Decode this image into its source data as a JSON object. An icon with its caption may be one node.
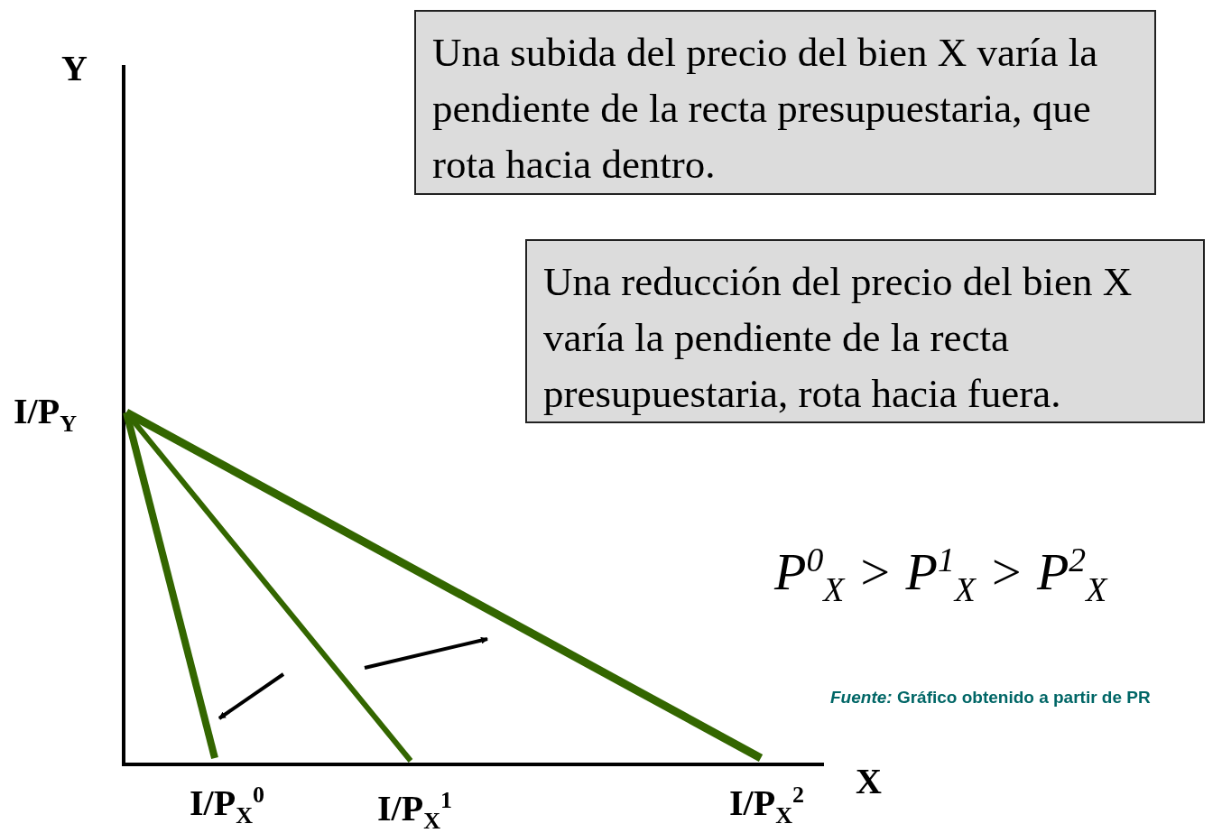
{
  "diagram": {
    "nodes": [
      {
        "text": [
          "Una subida del precio del bien X varía la pendiente de la recta presupuestaria, que rota hacia dentro."
        ]
      },
      {
        "text": [
          "Una reducción del precio del bien X varía la pendiente de la recta presupuestaria, rota hacia fuera."
        ]
      }
    ],
    "labels": [
      "Y",
      "I/P$_{Y}$",
      "P$^{0}$$_{X}$ > P$^{1}$$_{X}$ > P$^{2}$$_{X}$",
      "*Fuente:* Gráfico obtenido a partir de PR",
      "X",
      "I/P$_{X}$$^{0}$",
      "I/P$_{X}$$^{1}$",
      "I/P$_{X}$$^{2}$"
    ]
  }
}
